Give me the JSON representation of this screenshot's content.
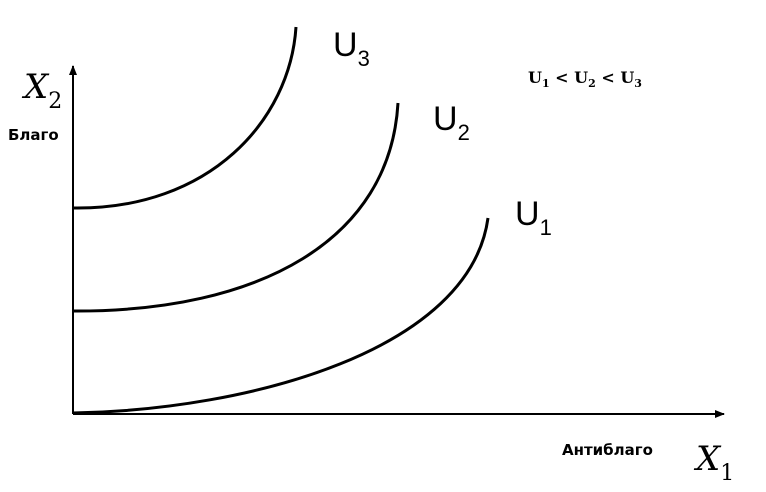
{
  "axes": {
    "y_label": "X",
    "y_subscript": "2",
    "y_caption": "Благо",
    "x_label": "X",
    "x_subscript": "1",
    "x_caption": "Антиблаго"
  },
  "curves": [
    {
      "label": "U",
      "subscript": "3"
    },
    {
      "label": "U",
      "subscript": "2"
    },
    {
      "label": "U",
      "subscript": "1"
    }
  ],
  "ordering": {
    "parts": [
      "U",
      "1",
      " < U",
      "2",
      " < U",
      "3"
    ]
  },
  "colors": {
    "line": "#000000",
    "background": "#ffffff"
  }
}
